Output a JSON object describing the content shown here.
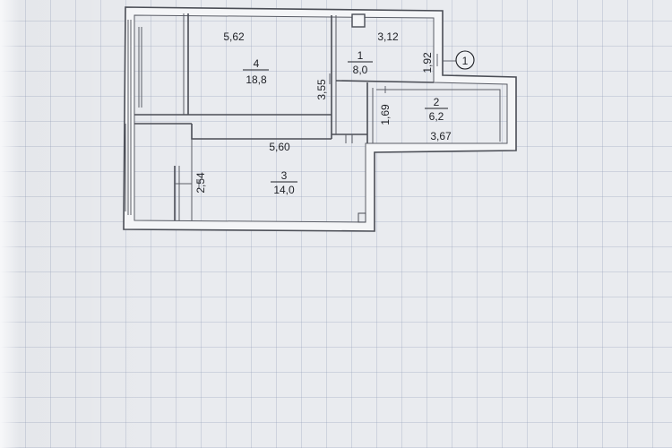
{
  "plan": {
    "rooms": [
      {
        "number": "1",
        "area": "8,0"
      },
      {
        "number": "2",
        "area": "6,2"
      },
      {
        "number": "3",
        "area": "14,0"
      },
      {
        "number": "4",
        "area": "18,8"
      }
    ],
    "dimensions": {
      "room4_width": "5,62",
      "room4_height": "3,55",
      "room1_width": "3,12",
      "room1_height": "1,92",
      "room2_height": "1,69",
      "room2_width": "3,67",
      "room3_width": "5,60",
      "room3_height": "2,54"
    },
    "entrance_marker": "1"
  }
}
